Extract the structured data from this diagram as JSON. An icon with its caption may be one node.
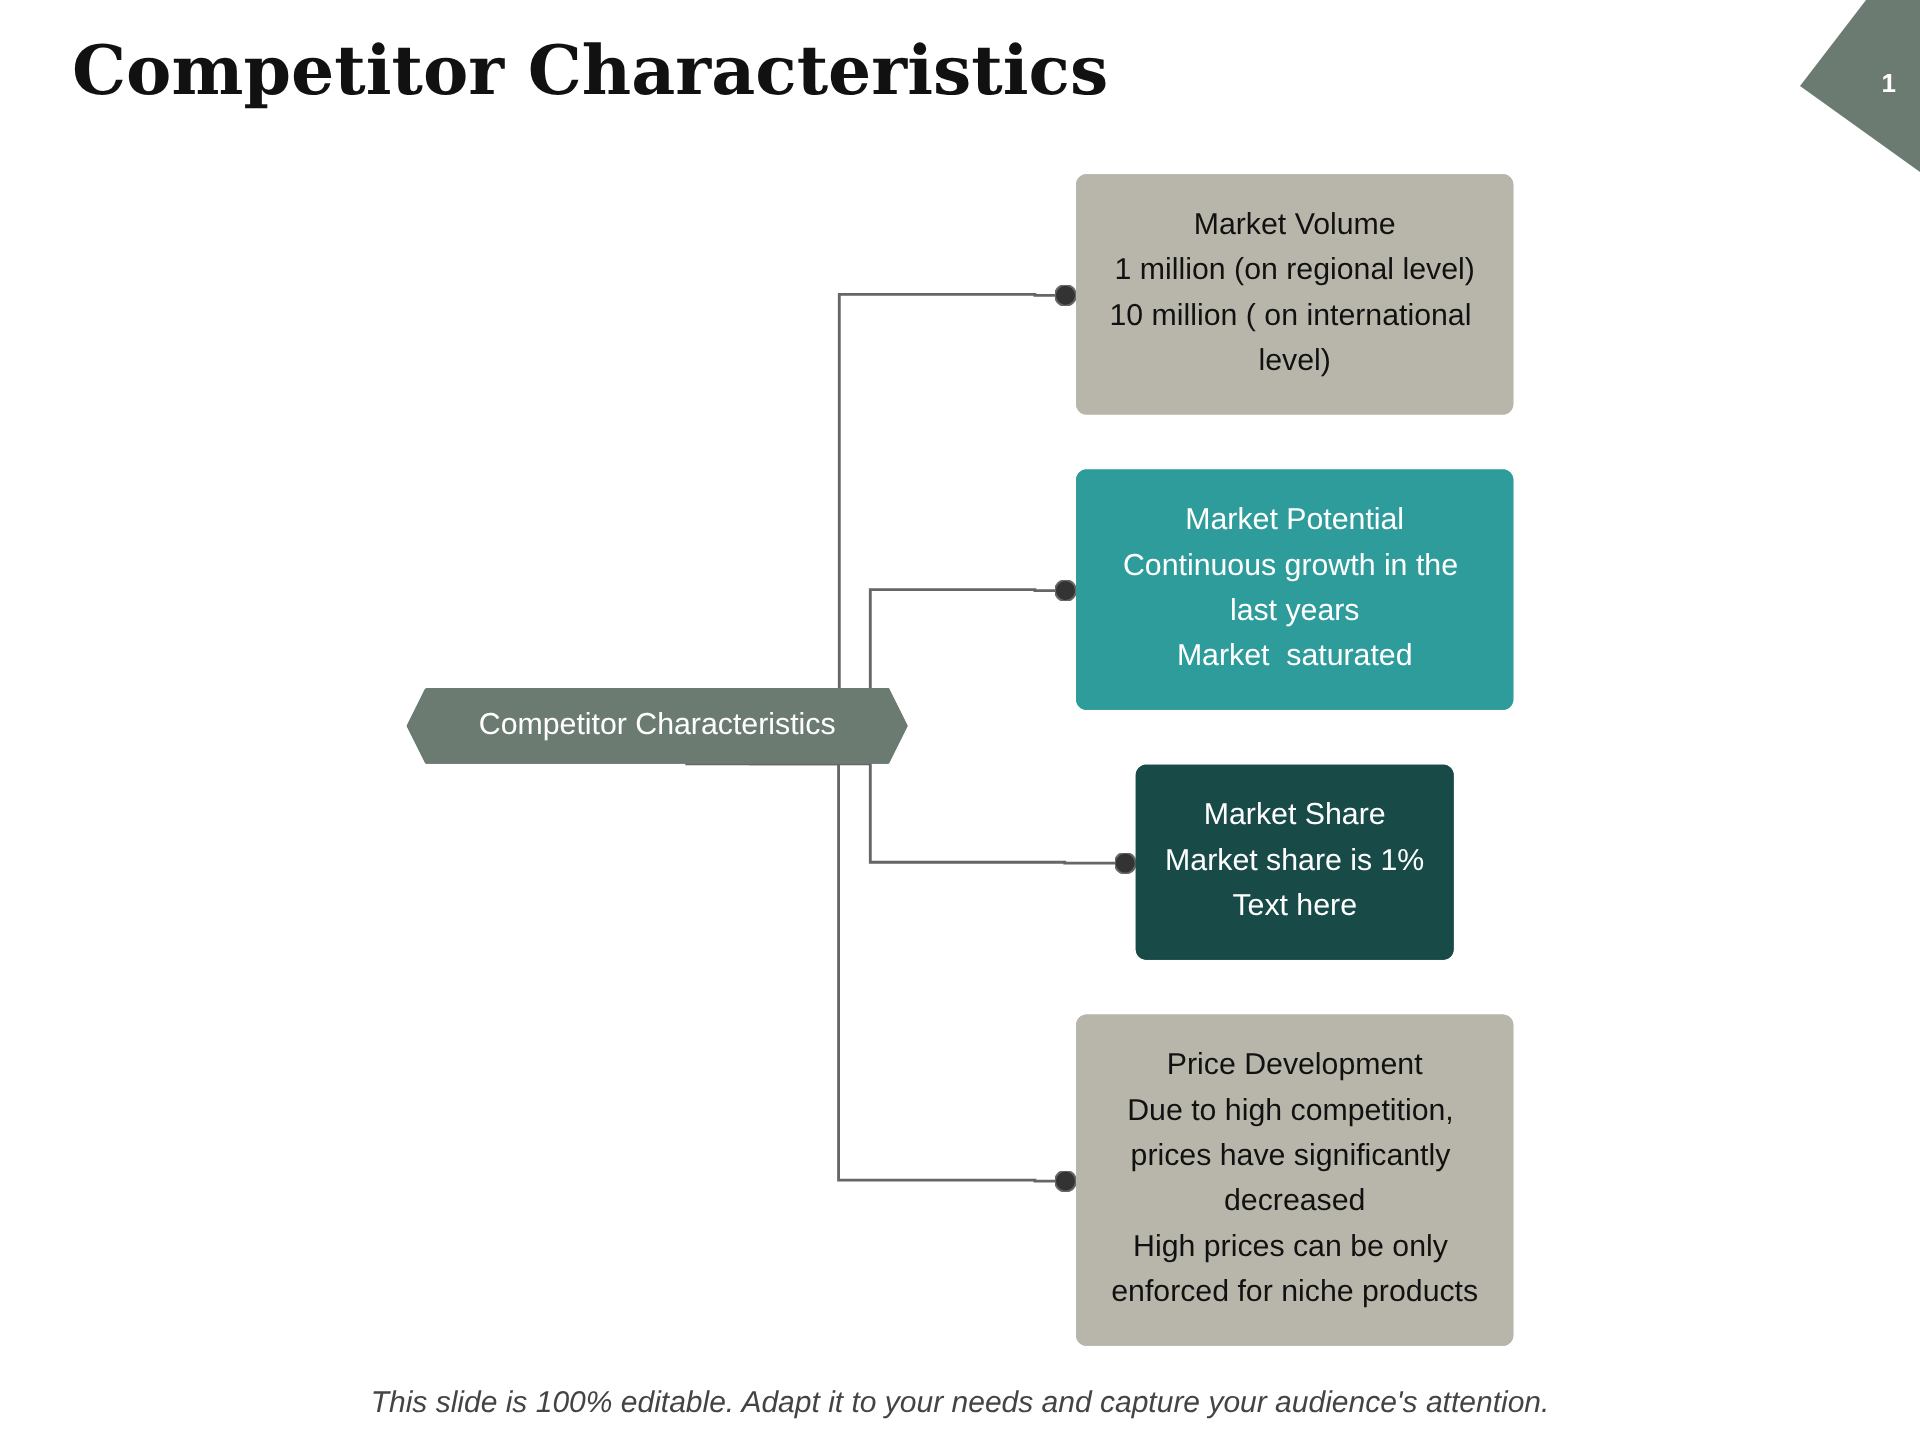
{
  "diagram": {
    "title": "Competitor Characteristics",
    "caption": "This slide is 100% editable. Adapt it to your needs and capture your audience's attention.",
    "nodes": [
      {
        "text": [
          "Competitor Characteristics"
        ]
      },
      {
        "text": [
          "Market Volume",
          "1 million (on regional level)",
          "10 million ( on international level)"
        ]
      },
      {
        "text": [
          "Market Potential",
          "Continuous growth in the last years",
          "Market  saturated"
        ]
      },
      {
        "text": [
          "Market Share",
          "Market share is 1%",
          "Text  here"
        ]
      },
      {
        "text": [
          "Price Development",
          "Due to high competition, prices have significantly decreased",
          "High prices can be only enforced for niche products"
        ]
      }
    ],
    "edges": [
      {
        "from": 0,
        "to": 1,
        "arrow": "other"
      },
      {
        "from": 0,
        "to": 2,
        "arrow": "other"
      },
      {
        "from": 0,
        "to": 3,
        "arrow": "other"
      },
      {
        "from": 0,
        "to": 4,
        "arrow": "other"
      }
    ],
    "labels": [
      "1"
    ]
  }
}
